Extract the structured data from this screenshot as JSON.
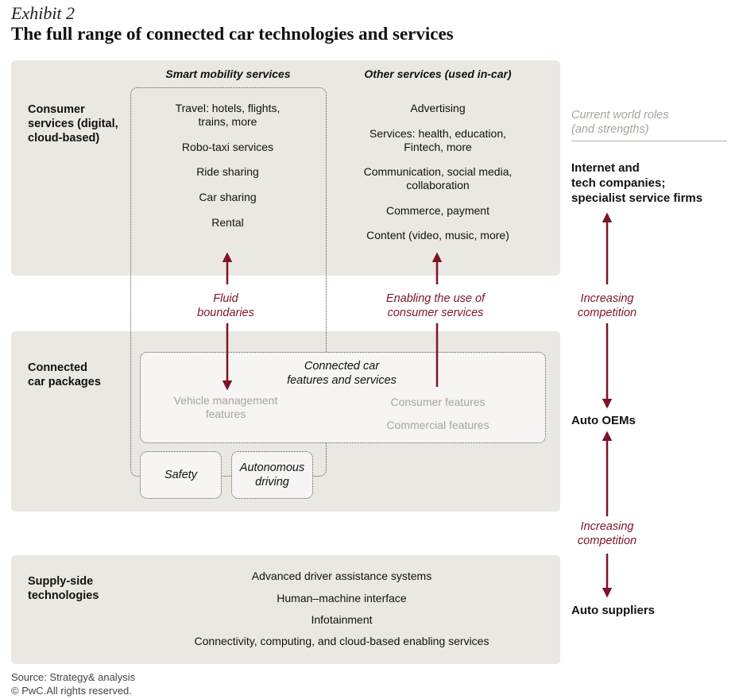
{
  "header": {
    "exhibit": "Exhibit 2",
    "title": "The full range of connected car technologies and services"
  },
  "rows": {
    "consumer": {
      "label_lines": [
        "Consumer",
        "services (digital,",
        "cloud-based)"
      ]
    },
    "connected": {
      "label_lines": [
        "Connected",
        "car packages"
      ]
    },
    "supply": {
      "label_lines": [
        "Supply-side",
        "technologies"
      ]
    }
  },
  "columns": {
    "smart_mobility": {
      "heading": "Smart mobility services",
      "items": [
        [
          "Travel: hotels, flights,",
          "trains, more"
        ],
        [
          "Robo-taxi services"
        ],
        [
          "Ride sharing"
        ],
        [
          "Car sharing"
        ],
        [
          "Rental"
        ]
      ]
    },
    "other_services": {
      "heading": "Other services (used in-car)",
      "items": [
        [
          "Advertising"
        ],
        [
          "Services: health, education,",
          "Fintech, more"
        ],
        [
          "Communication, social media,",
          "collaboration"
        ],
        [
          "Commerce, payment"
        ],
        [
          "Content (video, music, more)"
        ]
      ]
    }
  },
  "connected_box": {
    "title_lines": [
      "Connected car",
      "features and services"
    ],
    "vehicle_management": [
      "Vehicle management",
      "features"
    ],
    "consumer_features": "Consumer features",
    "commercial_features": "Commercial features"
  },
  "small_boxes": {
    "safety": "Safety",
    "autonomous_lines": [
      "Autonomous",
      "driving"
    ]
  },
  "arrow_labels": {
    "fluid_lines": [
      "Fluid",
      "boundaries"
    ],
    "enabling_lines": [
      "Enabling the use of",
      "consumer services"
    ],
    "competition_top_lines": [
      "Increasing",
      "competition"
    ],
    "competition_bottom_lines": [
      "Increasing",
      "competition"
    ]
  },
  "supply_items": [
    "Advanced driver assistance systems",
    "Human–machine interface",
    "Infotainment",
    "Connectivity, computing, and cloud-based enabling services"
  ],
  "roles": {
    "header_lines": [
      "Current world roles",
      "(and strengths)"
    ],
    "internet_lines": [
      "Internet and",
      "tech companies;",
      "specialist service firms"
    ],
    "oems": "Auto OEMs",
    "suppliers": "Auto suppliers"
  },
  "footer": {
    "source": "Source: Strategy& analysis",
    "copyright": "© PwC.All rights reserved."
  },
  "colors": {
    "band": "#ebe8e3",
    "accent_red": "#7d1426",
    "muted_gray": "#a8a39c",
    "inner_box": "#f6f5f3"
  }
}
